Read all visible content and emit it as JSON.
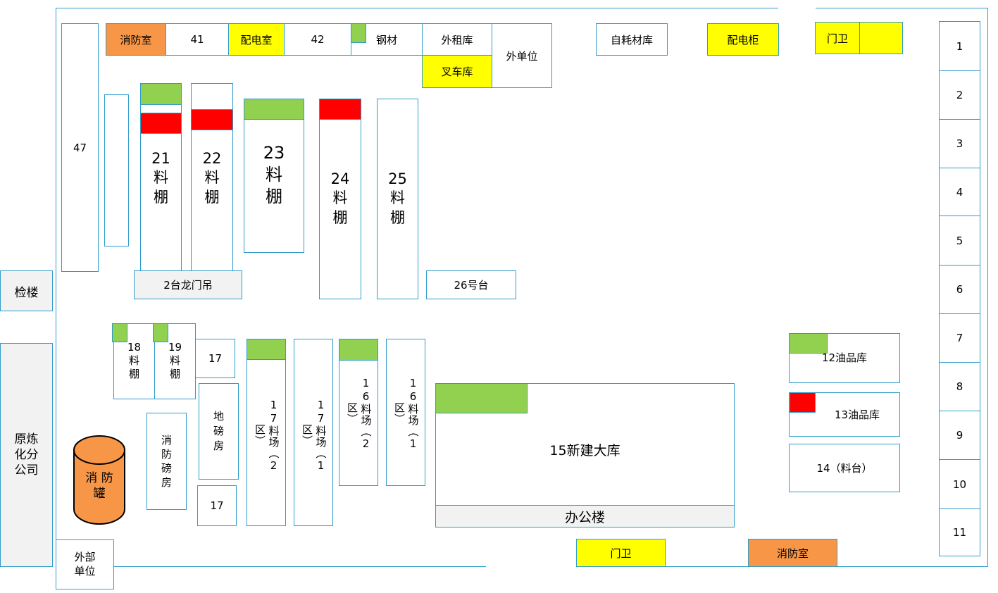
{
  "top_row": {
    "fire_room": "消防室",
    "b41": "41",
    "power_room": "配电室",
    "b42": "42",
    "steel": "钢材",
    "outsourced_warehouse": "外租库",
    "external_unit": "外单位",
    "forklift_garage": "叉车库",
    "consumables_warehouse": "自耗材库",
    "power_cabinet": "配电柜",
    "gate_guard": "门卫"
  },
  "right_column": [
    "1",
    "2",
    "3",
    "4",
    "5",
    "6",
    "7",
    "8",
    "9",
    "11"
  ],
  "right_column_10": "10",
  "left_outside": {
    "inspection_building": "检楼",
    "refinery_branch": "原炼\n化分\n公司",
    "external_unit": "外部\n单位"
  },
  "upper_sheds": {
    "b47": "47",
    "s21": "21\n料\n棚",
    "s22": "22\n料\n棚",
    "s23": "23\n料\n棚",
    "s24": "24\n料\n棚",
    "s25": "25\n料\n棚",
    "gantry": "2台龙门吊",
    "platform26": "26号台"
  },
  "lower_area": {
    "s18": "18\n料\n棚",
    "s19": "19\n料\n棚",
    "b17a": "17",
    "b17b": "17",
    "weighbridge": "地\n磅\n房",
    "fire_weigh": "消\n防\n磅\n房",
    "fire_tank": "消 防\n罐",
    "yard17_2": "17料场（2区）",
    "yard17_1": "17料场（1区）",
    "yard16_2": "16料场（2区）",
    "yard16_1": "16料场（1区）",
    "warehouse15": "15新建大库",
    "office": "办公楼",
    "oil12": "12油品库",
    "oil13": "13油品库",
    "b14": "14（料台）",
    "gate_bottom": "门卫",
    "fire_room_bottom": "消防室"
  },
  "colors": {
    "border": "#2E9CCA",
    "yellow": "#FFFF00",
    "orange": "#F79646",
    "green": "#92D050",
    "red": "#FF0000",
    "gray": "#F2F2F2"
  }
}
